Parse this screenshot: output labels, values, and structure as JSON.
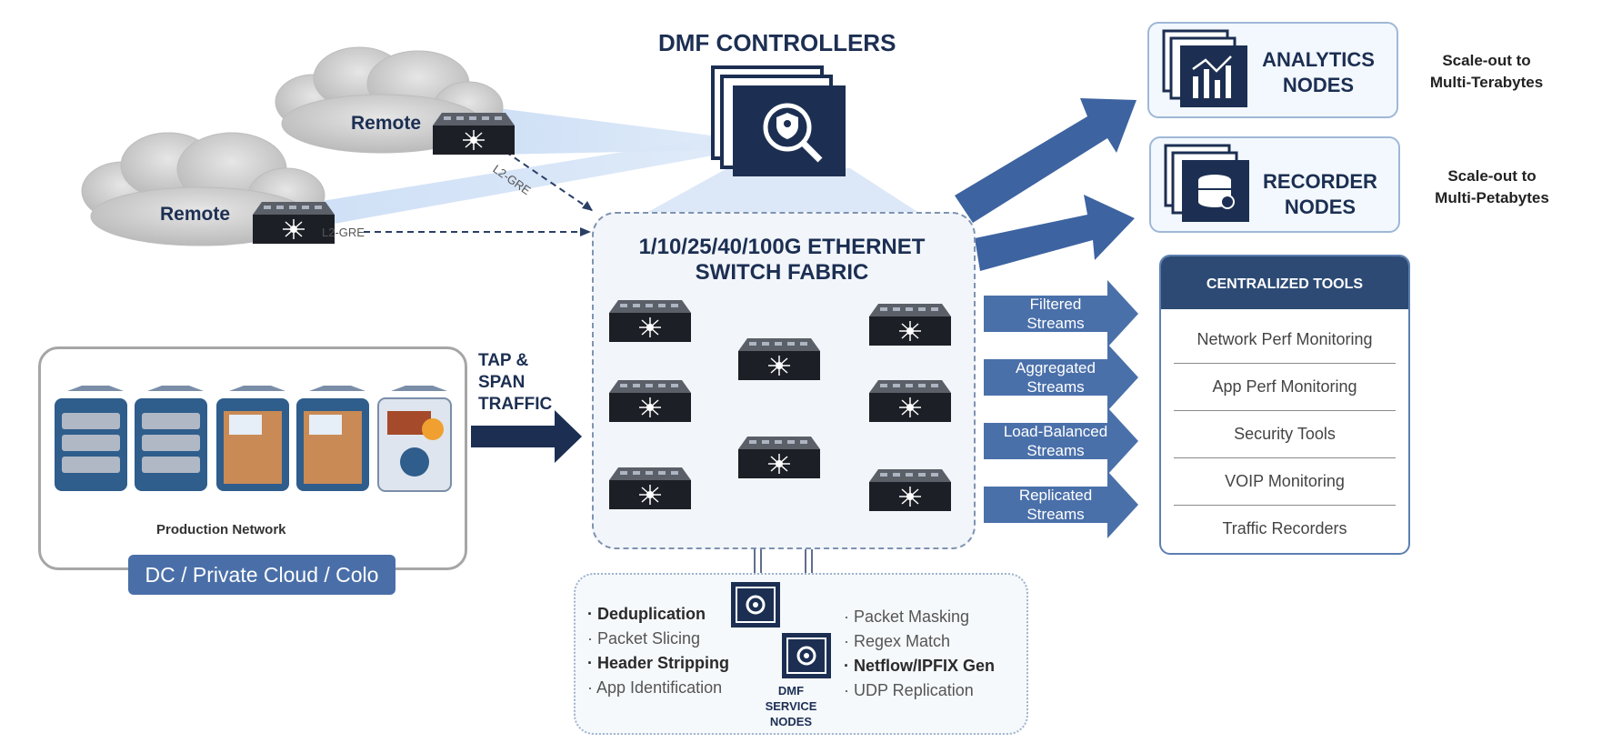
{
  "controllers": {
    "title": "DMF CONTROLLERS"
  },
  "remotes": [
    {
      "label": "Remote",
      "tunnel": "L2-GRE"
    },
    {
      "label": "Remote",
      "tunnel": "L2-GRE"
    }
  ],
  "fabric": {
    "title_line1": "1/10/25/40/100G ETHERNET",
    "title_line2": "SWITCH FABRIC"
  },
  "tap": {
    "line1": "TAP &",
    "line2": "SPAN",
    "line3": "TRAFFIC"
  },
  "production": {
    "label": "Production Network",
    "footer": "DC / Private Cloud / Colo"
  },
  "service_nodes": {
    "label_line1": "DMF",
    "label_line2": "SERVICE",
    "label_line3": "NODES",
    "left_items": [
      {
        "text": "Deduplication",
        "bold": true
      },
      {
        "text": "Packet Slicing",
        "bold": false
      },
      {
        "text": "Header Stripping",
        "bold": true
      },
      {
        "text": "App Identification",
        "bold": false
      }
    ],
    "right_items": [
      {
        "text": "Packet Masking",
        "bold": false
      },
      {
        "text": "Regex Match",
        "bold": false
      },
      {
        "text": "Netflow/IPFIX Gen",
        "bold": true
      },
      {
        "text": "UDP Replication",
        "bold": false
      }
    ]
  },
  "analytics": {
    "line1": "ANALYTICS",
    "line2": "NODES",
    "scale_line1": "Scale-out to",
    "scale_line2": "Multi-Terabytes"
  },
  "recorder": {
    "line1": "RECORDER",
    "line2": "NODES",
    "scale_line1": "Scale-out to",
    "scale_line2": "Multi-Petabytes"
  },
  "streams": [
    {
      "line1": "Filtered",
      "line2": "Streams"
    },
    {
      "line1": "Aggregated",
      "line2": "Streams"
    },
    {
      "line1": "Load-Balanced",
      "line2": "Streams"
    },
    {
      "line1": "Replicated",
      "line2": "Streams"
    }
  ],
  "tools": {
    "title": "CENTRALIZED TOOLS",
    "items": [
      "Network Perf Monitoring",
      "App Perf Monitoring",
      "Security Tools",
      "VOIP Monitoring",
      "Traffic Recorders"
    ]
  },
  "colors": {
    "navy": "#1c2f52",
    "arrow_blue": "#3d63a0",
    "tools_header": "#2c4a74"
  }
}
